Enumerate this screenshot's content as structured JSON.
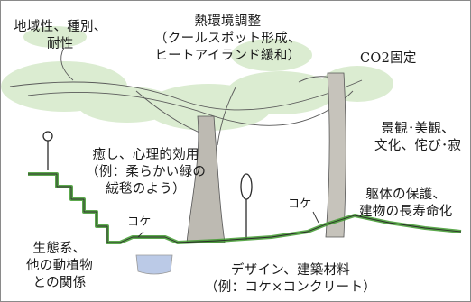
{
  "labels": {
    "biodiversity": [
      "地域性、種別、",
      "耐性"
    ],
    "heat": [
      "熱環境調整",
      "（クールスポット形成、",
      "ヒートアイランド緩和）"
    ],
    "co2": "CO2固定",
    "healing": [
      "癒し、心理的効用",
      "（例：柔らかい緑の",
      "絨毯のよう）"
    ],
    "landscape": [
      "景観･美観、",
      "文化、侘び･寂"
    ],
    "protection": [
      "躯体の保護、",
      "建物の長寿命化"
    ],
    "moss_left": "コケ",
    "moss_right": "コケ",
    "ecosystem": [
      "生態系、",
      "他の動植物",
      "との関係"
    ],
    "design": [
      "デザイン、建築材料",
      "（例：コケ×コンクリート）"
    ]
  },
  "colors": {
    "moss": "#3f9a2e",
    "foliage": "#cfe6c2",
    "trunk": "#b9b7b0",
    "sketch": "#2b2b2b",
    "water": "#8fa8d8"
  }
}
